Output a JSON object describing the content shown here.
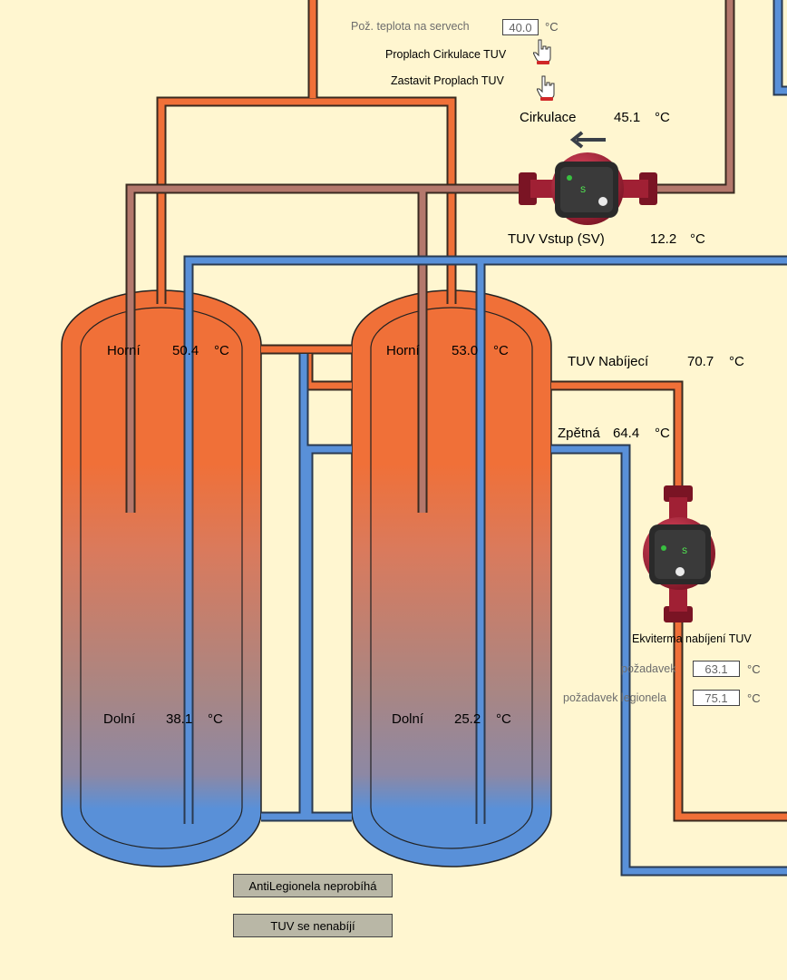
{
  "colors": {
    "hot": "#f07038",
    "cold": "#5990d8",
    "circ": "#b4786c",
    "background": "#fff6d0",
    "pump": "#b0283c"
  },
  "service_temp": {
    "label": "Pož. teplota na servech",
    "value": "40.0",
    "unit": "°C"
  },
  "buttons": {
    "flush_circulation": "Proplach Cirkulace TUV",
    "stop_flush": "Zastavit Proplach TUV"
  },
  "circulation": {
    "label": "Cirkulace",
    "value": "45.1",
    "unit": "°C"
  },
  "inlet": {
    "label": "TUV Vstup (SV)",
    "value": "12.2",
    "unit": "°C"
  },
  "tank1": {
    "top": {
      "label": "Horní",
      "value": "50.4",
      "unit": "°C"
    },
    "bottom": {
      "label": "Dolní",
      "value": "38.1",
      "unit": "°C"
    }
  },
  "tank2": {
    "top": {
      "label": "Horní",
      "value": "53.0",
      "unit": "°C"
    },
    "bottom": {
      "label": "Dolní",
      "value": "25.2",
      "unit": "°C"
    }
  },
  "charging": {
    "label": "TUV Nabíjecí",
    "value": "70.7",
    "unit": "°C"
  },
  "return": {
    "label": "Zpětná",
    "value": "64.4",
    "unit": "°C"
  },
  "equitherm": {
    "title": "Ekviterma nabíjení TUV",
    "request_label": "požadavek",
    "request_value": "63.1",
    "legionella_label": "požadavek legionela",
    "legionella_value": "75.1",
    "unit": "°C"
  },
  "status": {
    "antilegionela": "AntiLegionela neprobíhá",
    "charging": "TUV se nenabíjí"
  },
  "icons": {
    "hand": "hand-pointer-icon",
    "pump": "circulation-pump-icon",
    "arrow": "arrow-left-icon"
  }
}
